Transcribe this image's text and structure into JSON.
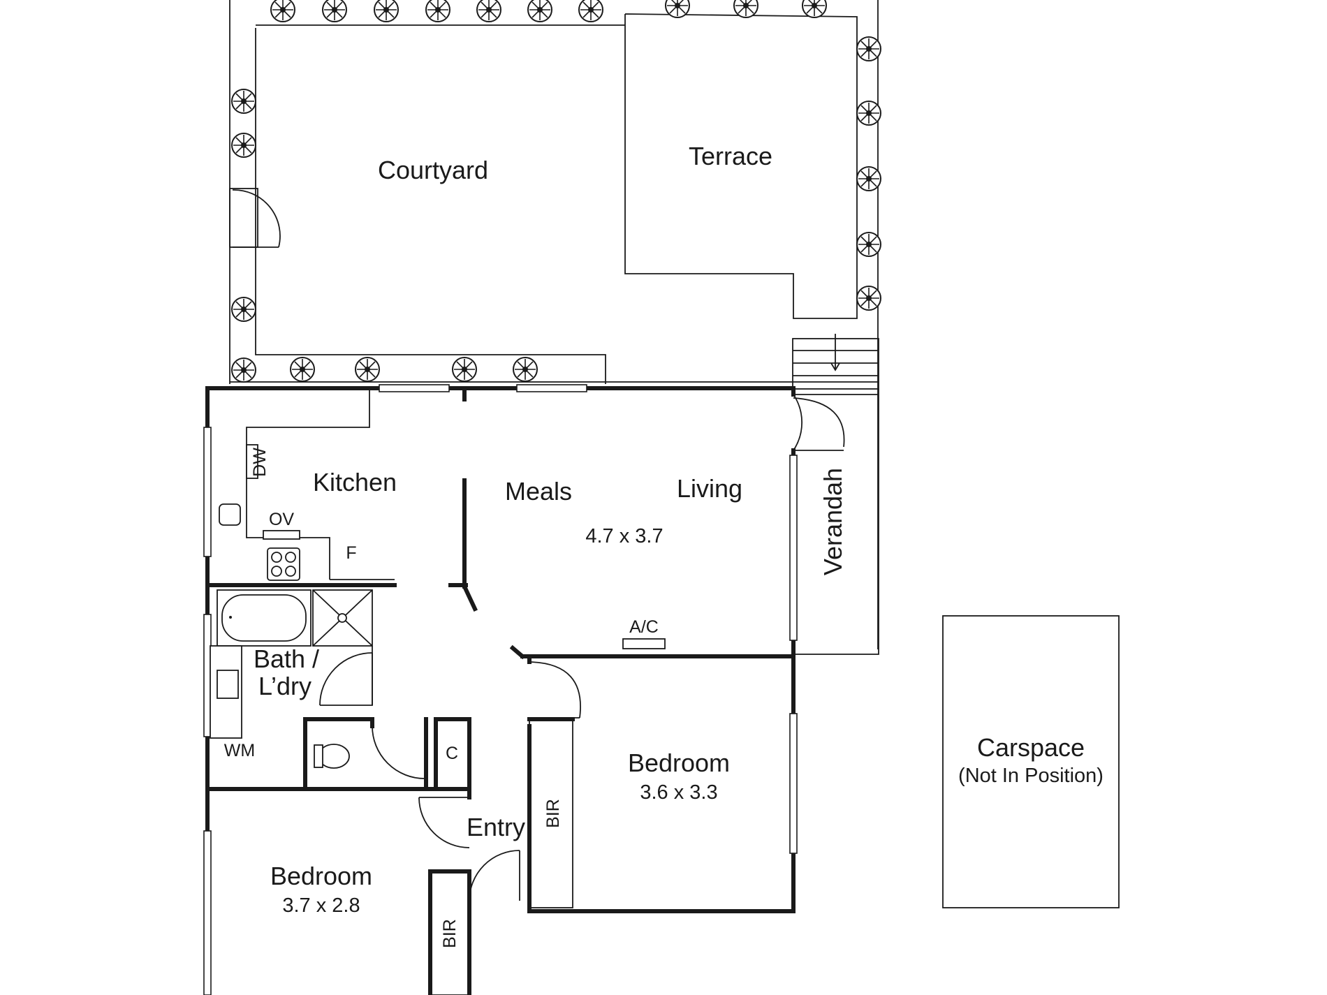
{
  "rooms": {
    "courtyard": "Courtyard",
    "terrace": "Terrace",
    "kitchen": "Kitchen",
    "meals": "Meals",
    "living": "Living",
    "living_dim": "4.7 x 3.7",
    "verandah": "Verandah",
    "bath_line1": "Bath /",
    "bath_line2": "L’dry",
    "bedroom2": "Bedroom",
    "bedroom2_dim": "3.6 x 3.3",
    "bedroom1": "Bedroom",
    "bedroom1_dim": "3.7 x 2.8",
    "entry": "Entry",
    "carspace": "Carspace",
    "carspace_note": "(Not In Position)"
  },
  "fixtures": {
    "dishwasher": "DW",
    "oven": "OV",
    "fridge": "F",
    "air_con": "A/C",
    "washing_machine": "WM",
    "cupboard": "C",
    "bir_upper": "BIR",
    "bir_lower": "BIR"
  },
  "colors": {
    "line": "#1a1a1a",
    "background": "#ffffff"
  },
  "icons": {
    "shrub": "shrub-icon",
    "stairs_arrow": "arrow-down-icon"
  }
}
